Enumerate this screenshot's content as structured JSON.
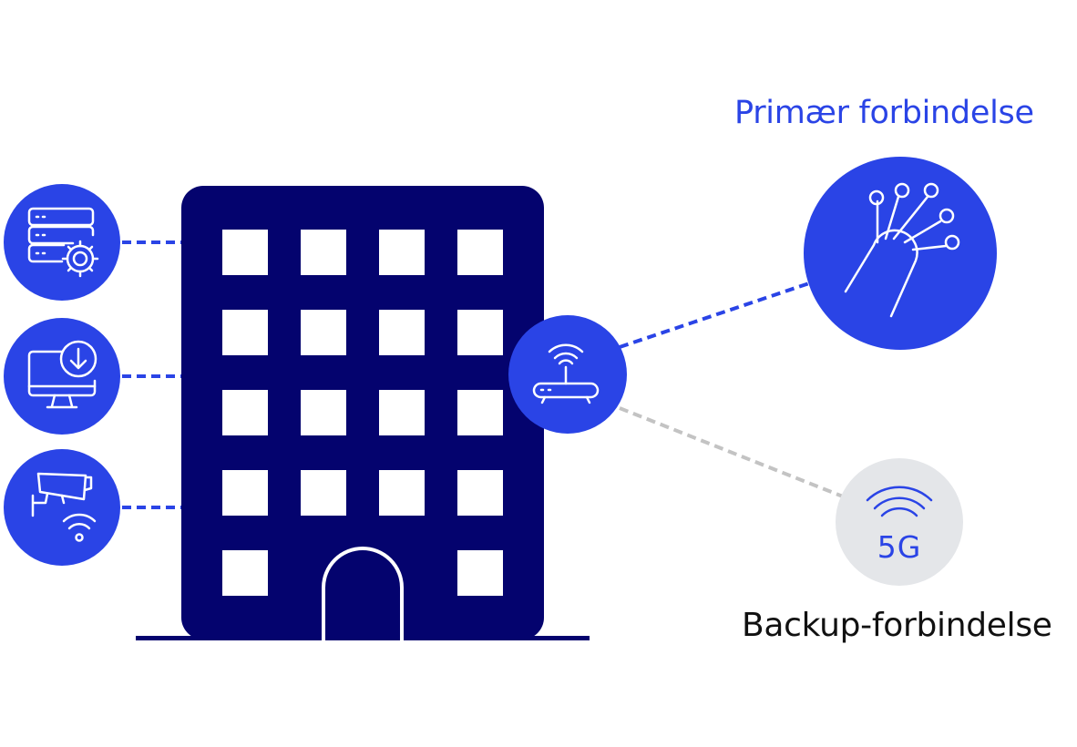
{
  "labels": {
    "primary": "Primær forbindelse",
    "backup": "Backup-forbindelse",
    "fiveg": "5G"
  },
  "icons": {
    "servers": "server-settings-icon",
    "download": "monitor-download-icon",
    "camera": "wifi-camera-icon",
    "router": "router-icon",
    "fiber": "fiber-optic-icon",
    "signal": "5g-signal-icon"
  },
  "colors": {
    "navy": "#04036e",
    "blue": "#2a44e6",
    "gray_circle": "#e4e6e9",
    "gray_line": "#c3c3c3",
    "text": "#111111"
  }
}
